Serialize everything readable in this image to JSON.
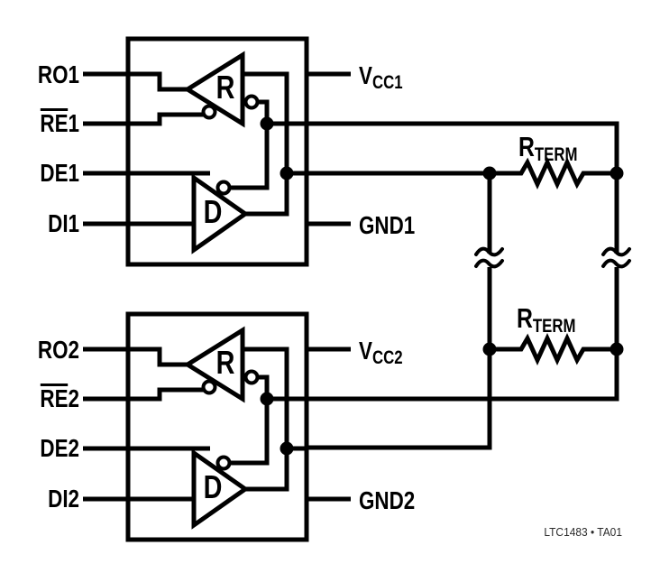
{
  "blocks": [
    {
      "ro": "RO1",
      "re_base": "RE",
      "re_num": "1",
      "de": "DE1",
      "di": "DI1",
      "vcc_main": "V",
      "vcc_sub": "CC1",
      "gnd": "GND1",
      "receiver": "R",
      "driver": "D"
    },
    {
      "ro": "RO2",
      "re_base": "RE",
      "re_num": "2",
      "de": "DE2",
      "di": "DI2",
      "vcc_main": "V",
      "vcc_sub": "CC2",
      "gnd": "GND2",
      "receiver": "R",
      "driver": "D"
    }
  ],
  "termination": [
    {
      "main": "R",
      "sub": "TERM"
    },
    {
      "main": "R",
      "sub": "TERM"
    }
  ],
  "caption": "LTC1483 • TA01",
  "colors": {
    "line": "#000000",
    "background": "#ffffff",
    "text": "#000000",
    "caption": "#2b2b2b"
  }
}
